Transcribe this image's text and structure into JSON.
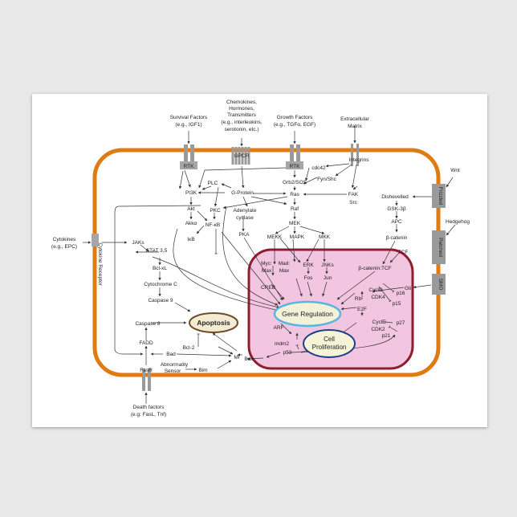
{
  "colors": {
    "membrane": "#e07b12",
    "nucleus_border": "#8e1d2e",
    "nucleus_fill": "#f2c6e0",
    "receptor": "#9a9a9a",
    "gene_reg_fill": "#f3f2d8",
    "gene_reg_border": "#58b6e0",
    "apoptosis_fill": "#f3ecd2",
    "apoptosis_border": "#6b4a2a",
    "prolif_fill": "#f6f4d8",
    "prolif_border": "#1f3d8a",
    "arrow": "#333333"
  },
  "extracellular": {
    "survival": [
      "Survival Factors",
      "(e.g., IGF1)"
    ],
    "chemokines": [
      "Chemokines,",
      "Hormones,",
      "Transmitters",
      "(e.g., interleukins,",
      "serotonin, etc.)"
    ],
    "growth": [
      "Growth Factors",
      "(e.g., TGFα, EGF)"
    ],
    "matrix": [
      "Extracellular",
      "Matrix"
    ],
    "cytokines": [
      "Cytokines",
      "(e.g., EPC)"
    ],
    "wnt": "Wnt",
    "hedgehog": "Hedgehog",
    "death": [
      "Death factors",
      "(e.g: FasL, Tnf)"
    ]
  },
  "receptors": {
    "rtk1": "RTK",
    "gpcr": "GPCR",
    "rtk2": "RTK",
    "cytokine_receptor": "Cytokine Receptor",
    "frizzled": "Frizzled",
    "patched": "Patched",
    "smo": "SMO",
    "fasr": "FasR"
  },
  "nodes": {
    "integrins": "Integrins",
    "cdc42": "cdc42",
    "fyn_shc": "Fyn/Shc",
    "plc": "PLC",
    "pi3k": "PI3K",
    "g_protein": "G-Protein",
    "grb2_sos": "Grb2/SOS",
    "ras": "Ras",
    "fak": "FAK",
    "src": "Src",
    "akt": "Akt",
    "akka": "Akkα",
    "pkc": "PKC",
    "adenylate": [
      "Adenylate",
      "cyclase"
    ],
    "raf": "Raf",
    "nfkb": "NF-κB",
    "ikb": "IκB",
    "pka": "PKA",
    "mek": "MEK",
    "mekk": "MEKK",
    "mapk": "MAPK",
    "mkk": "MKK",
    "dishevelled": "Dishevelled",
    "gsk3b": "GSK-3β",
    "apc": "APC",
    "b_catenin": "β-catenin",
    "tcf": "TCF",
    "jaks": "JAKs",
    "stat": "STAT 3,5",
    "bclxl": "Bcl-xL",
    "cytochrome": "Cytochrome C",
    "caspase9": "Caspase 9",
    "caspase8": "Caspase 8",
    "fadd": "FADD",
    "bad": "Bad",
    "bcl2": "Bcl-2",
    "abnormality": [
      "Abnormality",
      "Sensor"
    ],
    "bim": "Bim",
    "mi": "MI",
    "bax": "Bax"
  },
  "nucleus": {
    "myc": "Myc:",
    "max1": "Max",
    "mad": "Mad:",
    "max2": "Max",
    "erk": "ERK",
    "jnks": "JNKs",
    "fos": "Fos",
    "jun": "Jun",
    "creb": "CREB",
    "bcat_tcf": "β-catenin:TCF",
    "gli": "Gli",
    "cycld": "CyclD",
    "cdk4": "CDK4",
    "p16": "p16",
    "p15": "p15",
    "rb": "Rb",
    "e2f": "E2F",
    "cycle": "CyclE",
    "cdk2": "CDK2",
    "p27": "p27",
    "p21": "p21",
    "arf": "ARF",
    "mdm2": "mdm2",
    "p53": "p53"
  },
  "outcomes": {
    "gene_regulation": "Gene Regulation",
    "apoptosis": "Apoptosis",
    "proliferation": [
      "Cell",
      "Proliferation"
    ]
  }
}
